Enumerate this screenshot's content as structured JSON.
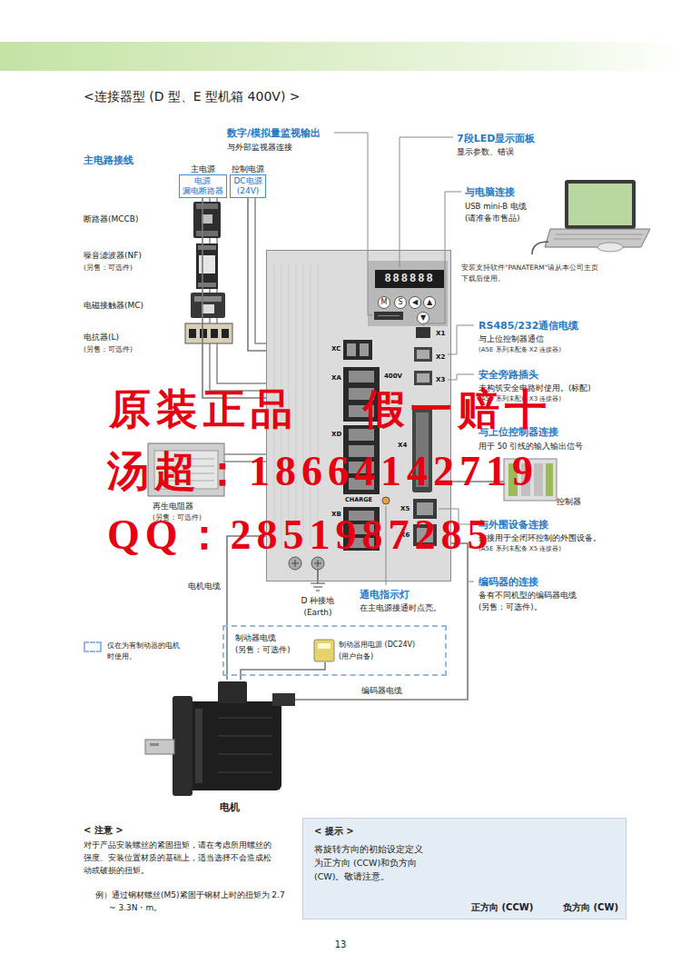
{
  "diagram": {
    "title": "<连接器型 (D 型、E 型机箱 400V) >",
    "nodes": [
      {
        "text": [
          "主电源",
          "电源",
          "漏电断路器"
        ]
      },
      {
        "text": [
          "控制电源",
          "DC电源",
          "(24V)"
        ]
      },
      {
        "text": [
          "XC",
          "XA",
          "400V",
          "XD",
          "X1",
          "X2",
          "X3",
          "X4",
          "CHARGE",
          "XB",
          "X5",
          "X6"
        ]
      },
      {
        "text": [
          "888888"
        ],
        "in": 2
      },
      {
        "text": [
          "控制器"
        ]
      },
      {
        "text": [
          "制动器电缆",
          "(另售：可选件)"
        ]
      },
      {
        "text": [
          "制动器用电源 (DC24V)",
          "(用户自备)"
        ],
        "in": 5
      },
      {
        "text": [
          "电机"
        ]
      },
      {
        "text": [
          "< 提示 >",
          "将旋转方向的初始设定定义为正方向 (CCW)和负方向 (CW)。敬请注意。",
          "正方向 (CCW)",
          "负方向 (CW)"
        ]
      }
    ],
    "edges": [
      {
        "from": 0,
        "to": 2,
        "arrow": "none"
      },
      {
        "from": 1,
        "to": 2,
        "arrow": "none"
      },
      {
        "from": 2,
        "to": 4,
        "arrow": "none"
      },
      {
        "from": 2,
        "to": 7,
        "label": "电机电缆",
        "arrow": "none"
      },
      {
        "from": 2,
        "to": 7,
        "label": "编码器电缆",
        "arrow": "none"
      },
      {
        "from": 6,
        "to": 7,
        "arrow": "none"
      }
    ],
    "labels": [
      "数字/模拟量监视输出",
      "与外部监视器连接",
      "主电路接线",
      "断路器(MCCB)",
      "噪音滤波器(NF)",
      "(另售：可选件)",
      "电磁接触器(MC)",
      "电抗器(L)",
      "(另售：可选件)",
      "再生电阻器",
      "(另售：可选件)",
      "7段LED显示面板",
      "显示参数、错误",
      "与电脑连接",
      "USB mini-B 电缆",
      "(请准备市售品)",
      "安装支持软件\"PANATERM\"请从本公司主页",
      "下载后使用。",
      "M",
      "S",
      "◀",
      "▲",
      "▼",
      "RS485/232通信电缆",
      "与上位控制器通信",
      "(A5E 系列未配备 X2 连接器)",
      "安全旁路插头",
      "未构筑安全电路时使用。(标配)",
      "(A5E 系列未配备 X3 连接器)",
      "与上位控制器连接",
      "用于 50 引线的输入输出信号",
      "与外围设备连接",
      "连接用于全闭环控制的外围设备。",
      "(A5E 系列未配备 X5 连接器)",
      "编码器的连接",
      "备有不同机型的编码器电缆",
      "(另售：可选件)。",
      "通电指示灯",
      "在主电源接通时点亮。",
      "D 种接地",
      "(Earth)",
      "< 注意 >",
      "对于产品安装螺丝的紧固扭矩，请在考虑所用螺丝的强度、安装位置材质的基础上，适当选择不会造成松动或破损的扭矩。",
      "例）通过钢材螺丝(M5)紧固于钢材上时的扭矩为 2.7 ~ 3.3N・m。",
      "13",
      "原装正品",
      "假一赔十",
      "汤超：18664142719",
      "QQ：2851987285"
    ],
    "legend": [
      {
        "text": "仅在为有制动器的电机时使用。"
      }
    ]
  }
}
